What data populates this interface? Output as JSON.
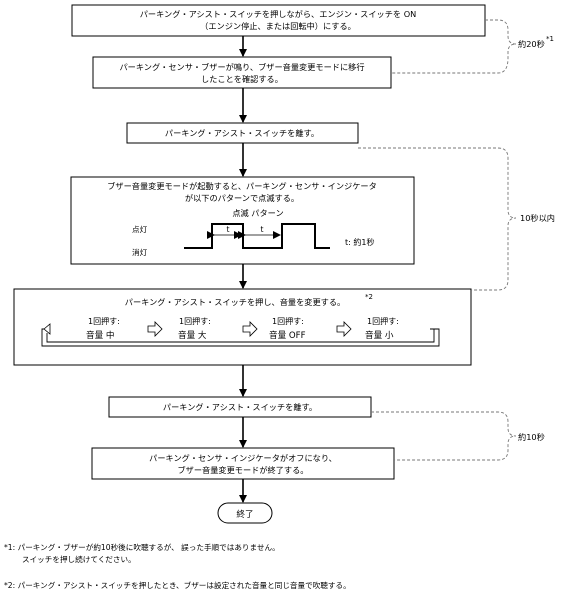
{
  "steps": {
    "s1": [
      "パーキング・アシスト・スイッチを押しながら、エンジン・スイッチを ON",
      "（エンジン停止、または回転中）にする。"
    ],
    "s2": [
      "パーキング・センサ・ブザーが鳴り、ブザー音量変更モードに移行",
      "したことを確認する。"
    ],
    "s3": "パーキング・アシスト・スイッチを離す。",
    "s4": [
      "ブザー音量変更モードが起動すると、パーキング・センサ・インジケータ",
      "が以下のパターンで点滅する。"
    ],
    "blink_title": "点滅 パターン",
    "light_on": "点灯",
    "light_off": "消灯",
    "t_label": "t",
    "t_note": "t: 約1秒",
    "s5": "パーキング・アシスト・スイッチを押し、音量を変更する。",
    "s5_mark": "*2",
    "cycle": [
      {
        "line1": "1回押す:",
        "line2": "音量 中"
      },
      {
        "line1": "1回押す:",
        "line2": "音量 大"
      },
      {
        "line1": "1回押す:",
        "line2": "音量 OFF"
      },
      {
        "line1": "1回押す:",
        "line2": "音量 小"
      }
    ],
    "s6": "パーキング・アシスト・スイッチを離す。",
    "s7": [
      "パーキング・センサ・インジケータがオフになり、",
      "ブザー音量変更モードが終了する。"
    ],
    "end": "終了"
  },
  "brackets": {
    "b1": "約20秒",
    "b1_mark": "*1",
    "b2": "10秒以内",
    "b3": "約10秒"
  },
  "footnotes": {
    "n1_mark": "*1:",
    "n1_line1": "パーキング・ブザーが約10秒後に吹聴するが、 誤った手順ではありません。",
    "n1_line2": "スイッチを押し続けてください。",
    "n2_mark": "*2:",
    "n2_line1": "パーキング・アシスト・スイッチを押したとき、ブザーは設定された音量と同じ音量で吹聴する。"
  }
}
